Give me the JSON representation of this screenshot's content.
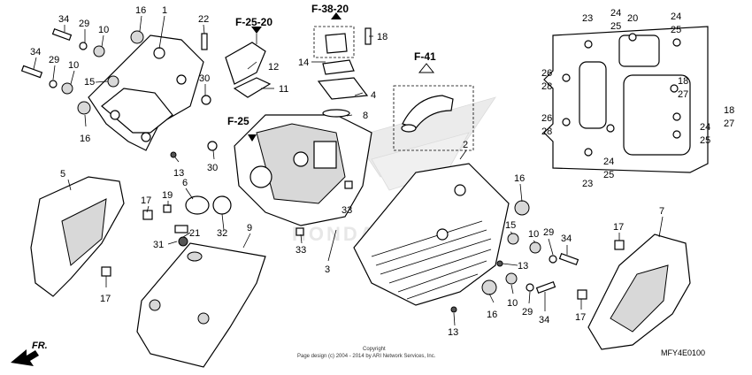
{
  "diagram": {
    "code": "MFY4E0100",
    "copyright_line1": "Copyright",
    "copyright_line2": "Page design (c) 2004 - 2014 by ARI Network Services, Inc.",
    "front_arrow": "FR.",
    "watermark": "HONDA",
    "refs": {
      "f2520": "F-25-20",
      "f3820": "F-38-20",
      "f41": "F-41",
      "f25": "F-25"
    },
    "callouts": [
      {
        "id": "c34a",
        "text": "34"
      },
      {
        "id": "c29a",
        "text": "29"
      },
      {
        "id": "c16a",
        "text": "16"
      },
      {
        "id": "c1",
        "text": "1"
      },
      {
        "id": "c22",
        "text": "22"
      },
      {
        "id": "c10a",
        "text": "10"
      },
      {
        "id": "c34b",
        "text": "34"
      },
      {
        "id": "c29b",
        "text": "29"
      },
      {
        "id": "c10b",
        "text": "10"
      },
      {
        "id": "c12",
        "text": "12"
      },
      {
        "id": "c15a",
        "text": "15"
      },
      {
        "id": "c30a",
        "text": "30"
      },
      {
        "id": "c11",
        "text": "11"
      },
      {
        "id": "c14",
        "text": "14"
      },
      {
        "id": "c18a",
        "text": "18"
      },
      {
        "id": "c4",
        "text": "4"
      },
      {
        "id": "c16b",
        "text": "16"
      },
      {
        "id": "c8",
        "text": "8"
      },
      {
        "id": "c13a",
        "text": "13"
      },
      {
        "id": "c30b",
        "text": "30"
      },
      {
        "id": "c5",
        "text": "5"
      },
      {
        "id": "c6",
        "text": "6"
      },
      {
        "id": "c17a",
        "text": "17"
      },
      {
        "id": "c19",
        "text": "19"
      },
      {
        "id": "c33a",
        "text": "33"
      },
      {
        "id": "c21",
        "text": "21"
      },
      {
        "id": "c31",
        "text": "31"
      },
      {
        "id": "c32",
        "text": "32"
      },
      {
        "id": "c9",
        "text": "9"
      },
      {
        "id": "c33b",
        "text": "33"
      },
      {
        "id": "c3",
        "text": "3"
      },
      {
        "id": "c17b",
        "text": "17"
      },
      {
        "id": "c2",
        "text": "2"
      },
      {
        "id": "c16c",
        "text": "16"
      },
      {
        "id": "c15b",
        "text": "15"
      },
      {
        "id": "c13b",
        "text": "13"
      },
      {
        "id": "c10c",
        "text": "10"
      },
      {
        "id": "c29c",
        "text": "29"
      },
      {
        "id": "c34c",
        "text": "34"
      },
      {
        "id": "c16d",
        "text": "16"
      },
      {
        "id": "c10d",
        "text": "10"
      },
      {
        "id": "c29d",
        "text": "29"
      },
      {
        "id": "c34d",
        "text": "34"
      },
      {
        "id": "c13c",
        "text": "13"
      },
      {
        "id": "c7",
        "text": "7"
      },
      {
        "id": "c17c",
        "text": "17"
      },
      {
        "id": "c17d",
        "text": "17"
      },
      {
        "id": "c23a",
        "text": "23"
      },
      {
        "id": "c24a",
        "text": "24"
      },
      {
        "id": "c25a",
        "text": "25"
      },
      {
        "id": "c20",
        "text": "20"
      },
      {
        "id": "c24b",
        "text": "24"
      },
      {
        "id": "c25b",
        "text": "25"
      },
      {
        "id": "c26a",
        "text": "26"
      },
      {
        "id": "c28a",
        "text": "28"
      },
      {
        "id": "c18b",
        "text": "18"
      },
      {
        "id": "c27a",
        "text": "27"
      },
      {
        "id": "c26b",
        "text": "26"
      },
      {
        "id": "c28b",
        "text": "28"
      },
      {
        "id": "c18c",
        "text": "18"
      },
      {
        "id": "c27b",
        "text": "27"
      },
      {
        "id": "c24c",
        "text": "24"
      },
      {
        "id": "c25c",
        "text": "25"
      },
      {
        "id": "c24d",
        "text": "24"
      },
      {
        "id": "c25d",
        "text": "25"
      },
      {
        "id": "c23b",
        "text": "23"
      }
    ]
  }
}
